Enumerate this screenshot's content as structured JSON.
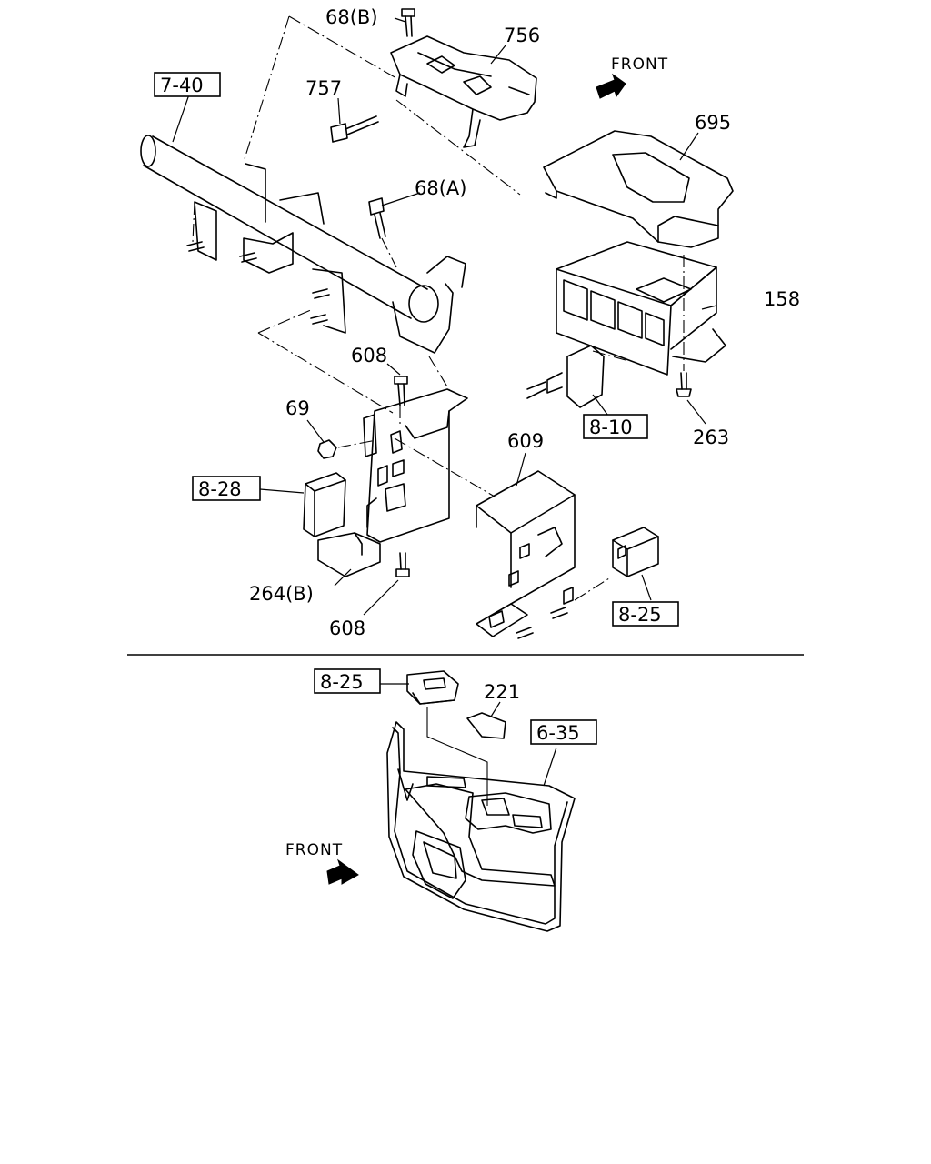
{
  "top_view": {
    "front_label": "FRONT",
    "callouts": {
      "c68b": "68(B)",
      "c756": "756",
      "c757": "757",
      "c695": "695",
      "c68a": "68(A)",
      "c158": "158",
      "c608a": "608",
      "c69": "69",
      "c263": "263",
      "c609": "609",
      "c264b": "264(B)",
      "c608b": "608"
    },
    "refs": {
      "r740": "7-40",
      "r810": "8-10",
      "r828": "8-28",
      "r825": "8-25"
    }
  },
  "bottom_view": {
    "front_label": "FRONT",
    "callouts": {
      "c221": "221"
    },
    "refs": {
      "r825": "8-25",
      "r635": "6-35"
    }
  }
}
